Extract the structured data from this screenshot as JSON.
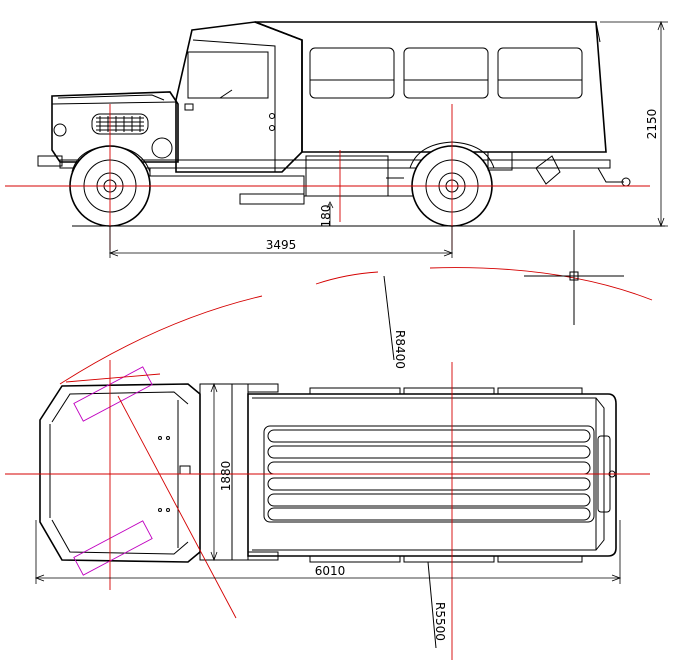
{
  "dimensions": {
    "wheelbase": "3495",
    "overall_height": "2150",
    "ground_clearance": "180",
    "overall_width": "1880",
    "overall_length": "6010",
    "outer_turning_radius": "R8400",
    "inner_turning_radius": "R5500"
  },
  "colors": {
    "linework": "#000000",
    "centerlines": "#d40000",
    "wheel_outline": "#c000c0",
    "background": "#ffffff"
  }
}
